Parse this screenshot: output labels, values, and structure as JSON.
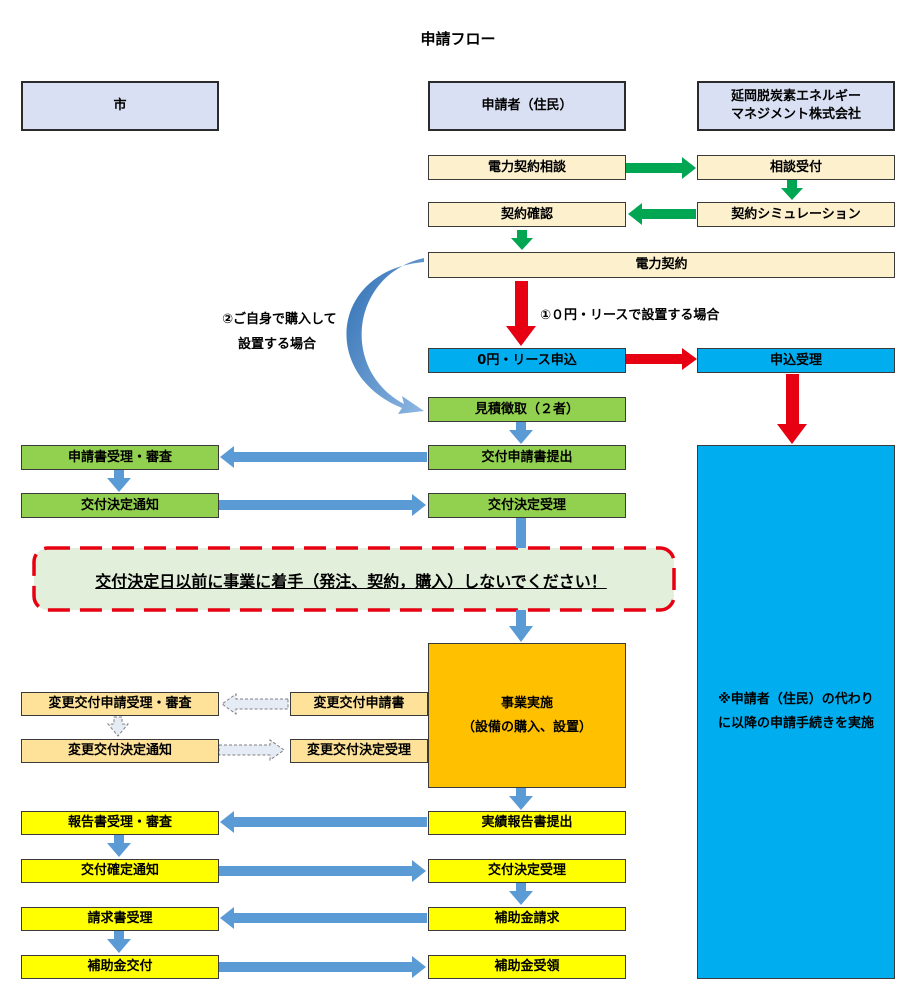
{
  "title": "申請フロー",
  "columns": {
    "city": "市",
    "applicant": "申請者（住民）",
    "company_line1": "延岡脱炭素エネルギー",
    "company_line2": "マネジメント株式会社"
  },
  "boxes": {
    "power_consult": "電力契約相談",
    "consult_accept": "相談受付",
    "contract_confirm": "契約確認",
    "contract_sim": "契約シミュレーション",
    "power_contract": "電力契約",
    "lease_apply": "0円・リース申込",
    "apply_accept": "申込受理",
    "estimate": "見積徴取（２者）",
    "grant_app_submit": "交付申請書提出",
    "app_review": "申請書受理・審査",
    "decision_notice": "交付決定通知",
    "decision_accept_1": "交付決定受理",
    "project_line1": "事業実施",
    "project_line2": "（設備の購入、設置）",
    "change_app": "変更交付申請書",
    "change_review": "変更交付申請受理・審査",
    "change_notice": "変更交付決定通知",
    "change_accept": "変更交付決定受理",
    "report_submit": "実績報告書提出",
    "report_review": "報告書受理・審査",
    "final_notice": "交付確定通知",
    "decision_accept_2": "交付決定受理",
    "subsidy_request": "補助金請求",
    "request_accept": "請求書受理",
    "subsidy_grant": "補助金交付",
    "subsidy_receive": "補助金受領",
    "proxy_line1": "※申請者（住民）の代わり",
    "proxy_line2": "に以降の申請手続きを実施"
  },
  "labels": {
    "self_purchase_line1": "②ご自身で購入して",
    "self_purchase_line2": "設置する場合",
    "lease_case": "①０円・リースで設置する場合"
  },
  "warning": "交付決定日以前に事業に着手（発注、契約，購入）しないでください！",
  "colors": {
    "header": "#d9e0f3",
    "cream": "#fdf0cc",
    "blue": "#00aeef",
    "green": "#92d050",
    "yellow": "#ffff00",
    "orange": "#ffc000",
    "light_orange": "#ffe29a",
    "green_arrow": "#00a651",
    "red_arrow": "#e60012",
    "steel_arrow": "#5b9bd5",
    "warning_border": "#e60012",
    "warning_fill": "#e2efda"
  }
}
